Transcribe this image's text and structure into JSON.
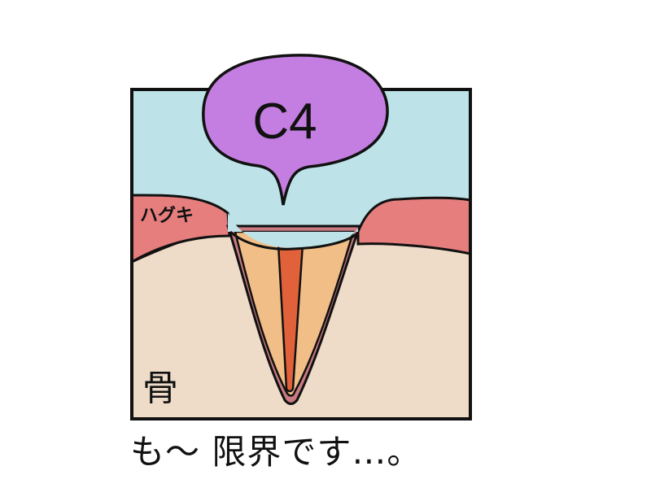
{
  "bubble_label": "C4",
  "gum_label": "ハグキ",
  "bone_label": "骨",
  "caption": "も〜 限界です…。",
  "colors": {
    "background_top": "#bde3e8",
    "bone": "#eedcc8",
    "gum": "#e57e7d",
    "periodontal": "#c97a82",
    "dentin": "#f0be86",
    "pulp": "#e0613a",
    "bubble": "#c47de0",
    "outline": "#111111"
  }
}
